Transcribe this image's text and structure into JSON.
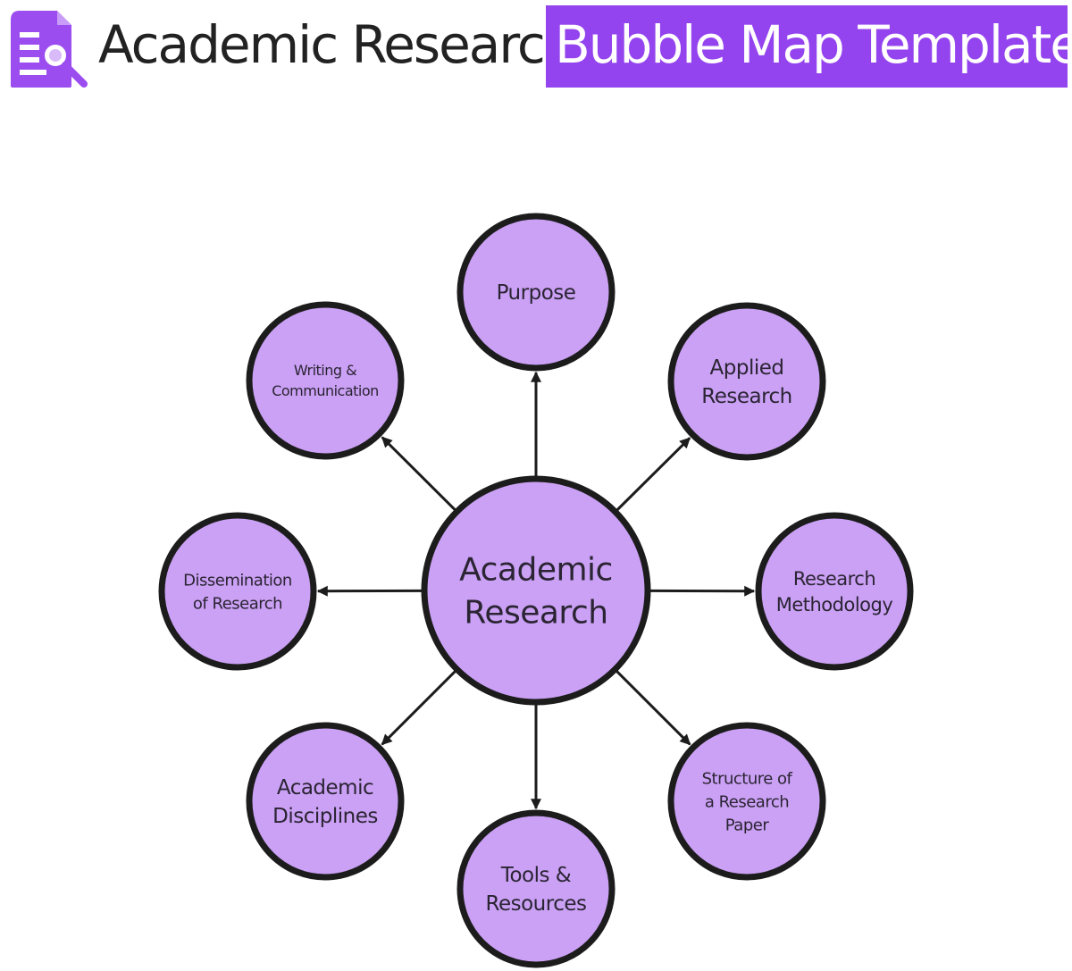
{
  "header": {
    "title_plain": "Academic Research",
    "title_highlight": "Bubble Map Template",
    "icon": "document-search-icon",
    "highlight_color": "#9444ee"
  },
  "diagram": {
    "node_fill": "#cba1f5",
    "node_stroke": "#1c1c1c",
    "center": {
      "lines": [
        "Academic",
        "Research"
      ]
    },
    "bubbles": [
      {
        "id": "purpose",
        "lines": [
          "Purpose"
        ]
      },
      {
        "id": "applied-research",
        "lines": [
          "Applied",
          "Research"
        ]
      },
      {
        "id": "research-methodology",
        "lines": [
          "Research",
          "Methodology"
        ]
      },
      {
        "id": "structure-of-a-research-paper",
        "lines": [
          "Structure of",
          "a Research",
          "Paper"
        ]
      },
      {
        "id": "tools-resources",
        "lines": [
          "Tools &",
          "Resources"
        ]
      },
      {
        "id": "academic-disciplines",
        "lines": [
          "Academic",
          "Disciplines"
        ]
      },
      {
        "id": "dissemination-of-research",
        "lines": [
          "Dissemination",
          "of Research"
        ]
      },
      {
        "id": "writing-communication",
        "lines": [
          "Writing &",
          "Communication"
        ]
      }
    ]
  }
}
